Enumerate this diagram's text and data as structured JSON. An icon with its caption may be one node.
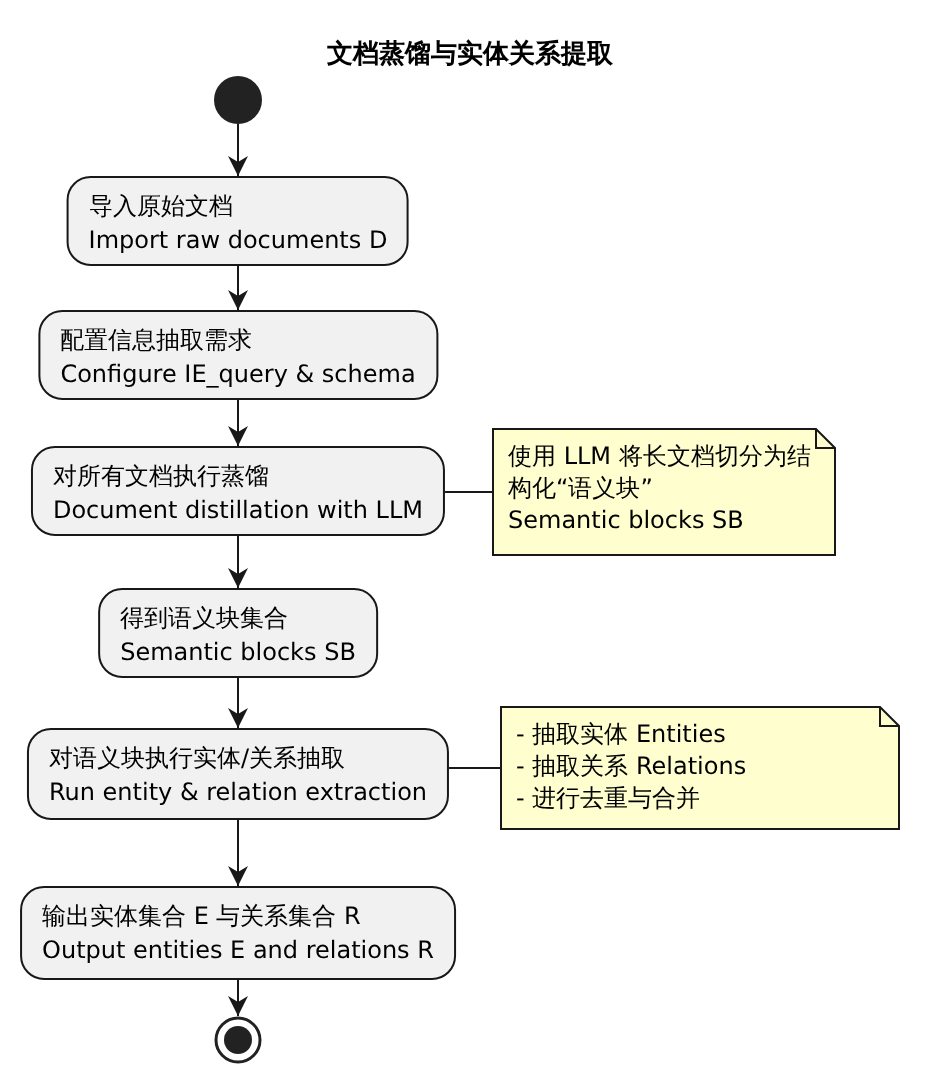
{
  "diagram": {
    "title": "文档蒸馏与实体关系提取",
    "nodes": [
      {
        "text": [],
        "shape": "circle"
      },
      {
        "text": [
          "导入原始文档",
          "Import raw documents D"
        ]
      },
      {
        "text": [
          "配置信息抽取需求",
          "Configure IE_query & schema"
        ]
      },
      {
        "text": [
          "对所有文档执行蒸馏",
          "Document distillation with LLM"
        ]
      },
      {
        "text": [
          "使用 LLM 将长文档切分为结构化“语义块”",
          "Semantic blocks SB"
        ]
      },
      {
        "text": [
          "得到语义块集合",
          "Semantic blocks SB"
        ]
      },
      {
        "text": [
          "对语义块执行实体/关系抽取",
          "Run entity & relation extraction"
        ]
      },
      {
        "text": [
          "- 抽取实体 Entities",
          "- 抽取关系 Relations",
          "- 进行去重与合并"
        ]
      },
      {
        "text": [
          "输出实体集合 E 与关系集合 R",
          "Output entities E and relations R"
        ]
      },
      {
        "text": [],
        "shape": "circle"
      }
    ],
    "edges": [
      {
        "from": 0,
        "to": 1,
        "arrow": "to"
      },
      {
        "from": 1,
        "to": 2,
        "arrow": "to"
      },
      {
        "from": 2,
        "to": 3,
        "arrow": "to"
      },
      {
        "from": 4,
        "to": 3,
        "arrow": "none"
      },
      {
        "from": 3,
        "to": 5,
        "arrow": "to"
      },
      {
        "from": 5,
        "to": 6,
        "arrow": "to"
      },
      {
        "from": 7,
        "to": 6,
        "arrow": "none"
      },
      {
        "from": 6,
        "to": 8,
        "arrow": "to"
      },
      {
        "from": 8,
        "to": 9,
        "arrow": "to"
      }
    ]
  }
}
